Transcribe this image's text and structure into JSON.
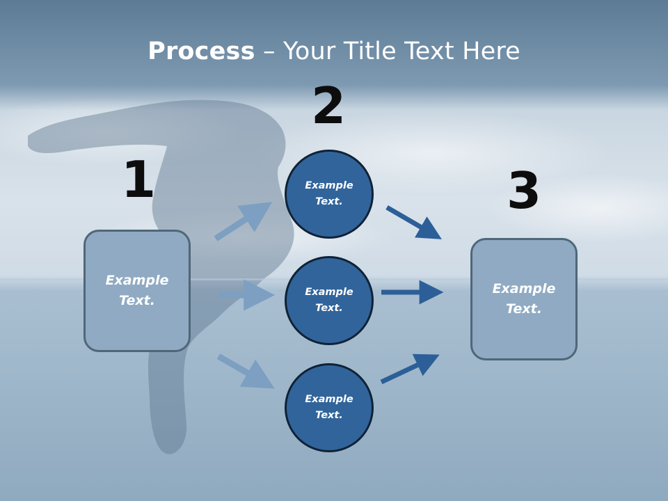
{
  "title": {
    "bold": "Process",
    "rest": " – Your Title Text Here"
  },
  "steps": [
    {
      "number": "1",
      "box_text": [
        "Example",
        "Text."
      ]
    },
    {
      "number": "2",
      "circles": [
        [
          "Example",
          "Text."
        ],
        [
          "Example",
          "Text."
        ],
        [
          "Example",
          "Text."
        ]
      ]
    },
    {
      "number": "3",
      "box_text": [
        "Example",
        "Text."
      ]
    }
  ],
  "colors": {
    "box_fill": "#8faac2",
    "circle_fill": "#31649b",
    "arrow_light": "#7d9fc1",
    "arrow_dark": "#2c5f98",
    "number": "#0d0d0d"
  }
}
